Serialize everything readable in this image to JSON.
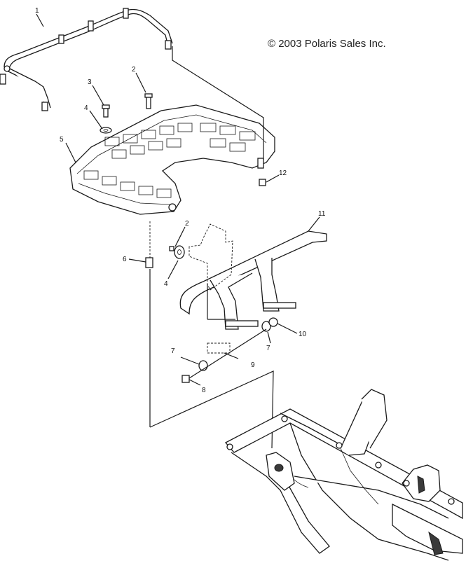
{
  "copyright": "© 2003 Polaris Sales Inc.",
  "callouts": [
    {
      "id": "1",
      "label": "1"
    },
    {
      "id": "2a",
      "label": "2"
    },
    {
      "id": "3",
      "label": "3"
    },
    {
      "id": "4a",
      "label": "4"
    },
    {
      "id": "5",
      "label": "5"
    },
    {
      "id": "12",
      "label": "12"
    },
    {
      "id": "2b",
      "label": "2"
    },
    {
      "id": "11",
      "label": "11"
    },
    {
      "id": "6",
      "label": "6"
    },
    {
      "id": "4b",
      "label": "4"
    },
    {
      "id": "10",
      "label": "10"
    },
    {
      "id": "7a",
      "label": "7"
    },
    {
      "id": "7b",
      "label": "7"
    },
    {
      "id": "9",
      "label": "9"
    },
    {
      "id": "8",
      "label": "8"
    }
  ]
}
